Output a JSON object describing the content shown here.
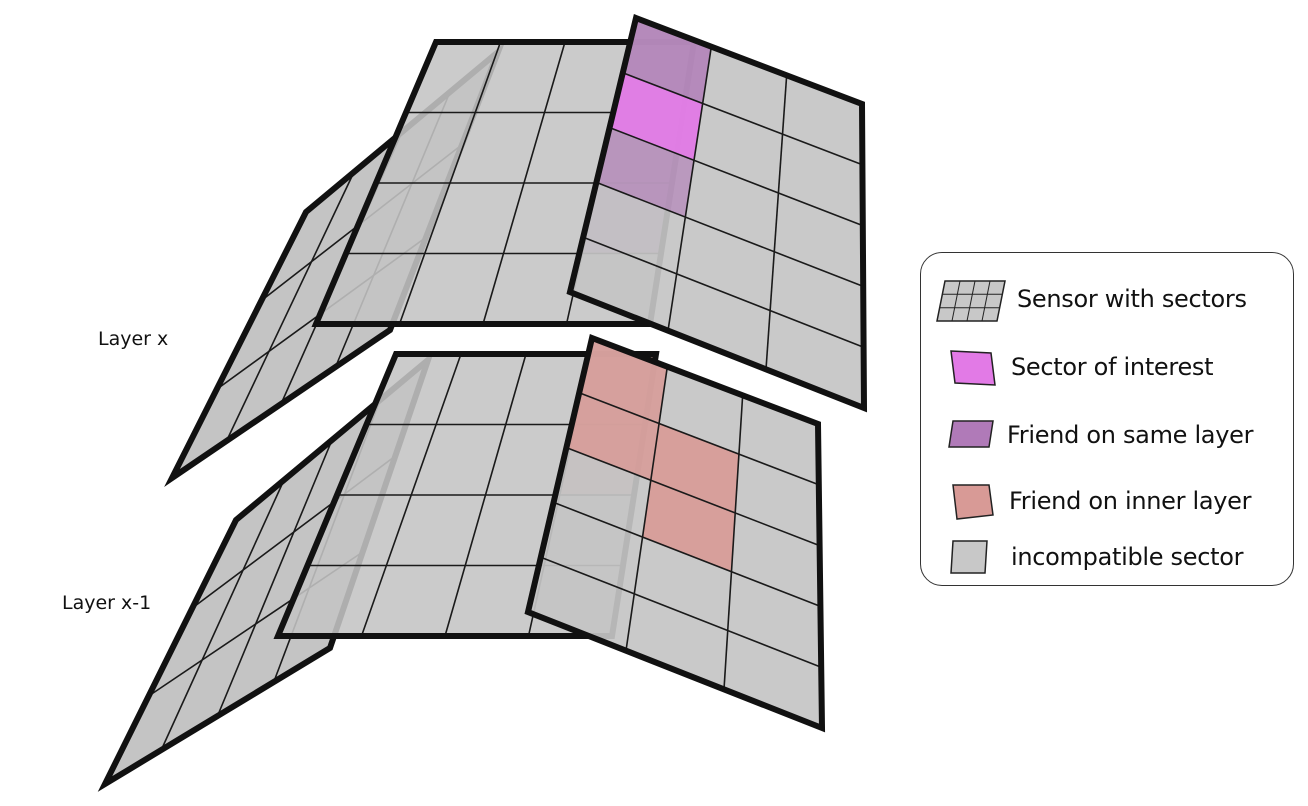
{
  "labels": {
    "layer_top": "Layer x",
    "layer_bottom": "Layer x-1"
  },
  "legend": {
    "items": [
      {
        "icon": "sensor-grid-icon",
        "label": "Sensor with sectors"
      },
      {
        "icon": "sector-of-interest-swatch-icon",
        "label": "Sector of interest"
      },
      {
        "icon": "friend-same-layer-swatch-icon",
        "label": "Friend on same layer"
      },
      {
        "icon": "friend-inner-layer-swatch-icon",
        "label": "Friend on inner layer"
      },
      {
        "icon": "incompatible-sector-swatch-icon",
        "label": "incompatible sector"
      }
    ]
  },
  "colors": {
    "sensor_fill": "#c4c4c4",
    "sector_of_interest": "#e27ae6",
    "friend_same_layer": "#b07ab8",
    "friend_inner_layer": "#d89a96",
    "incompatible_sector": "#c8c8c8",
    "outline": "#111111"
  }
}
